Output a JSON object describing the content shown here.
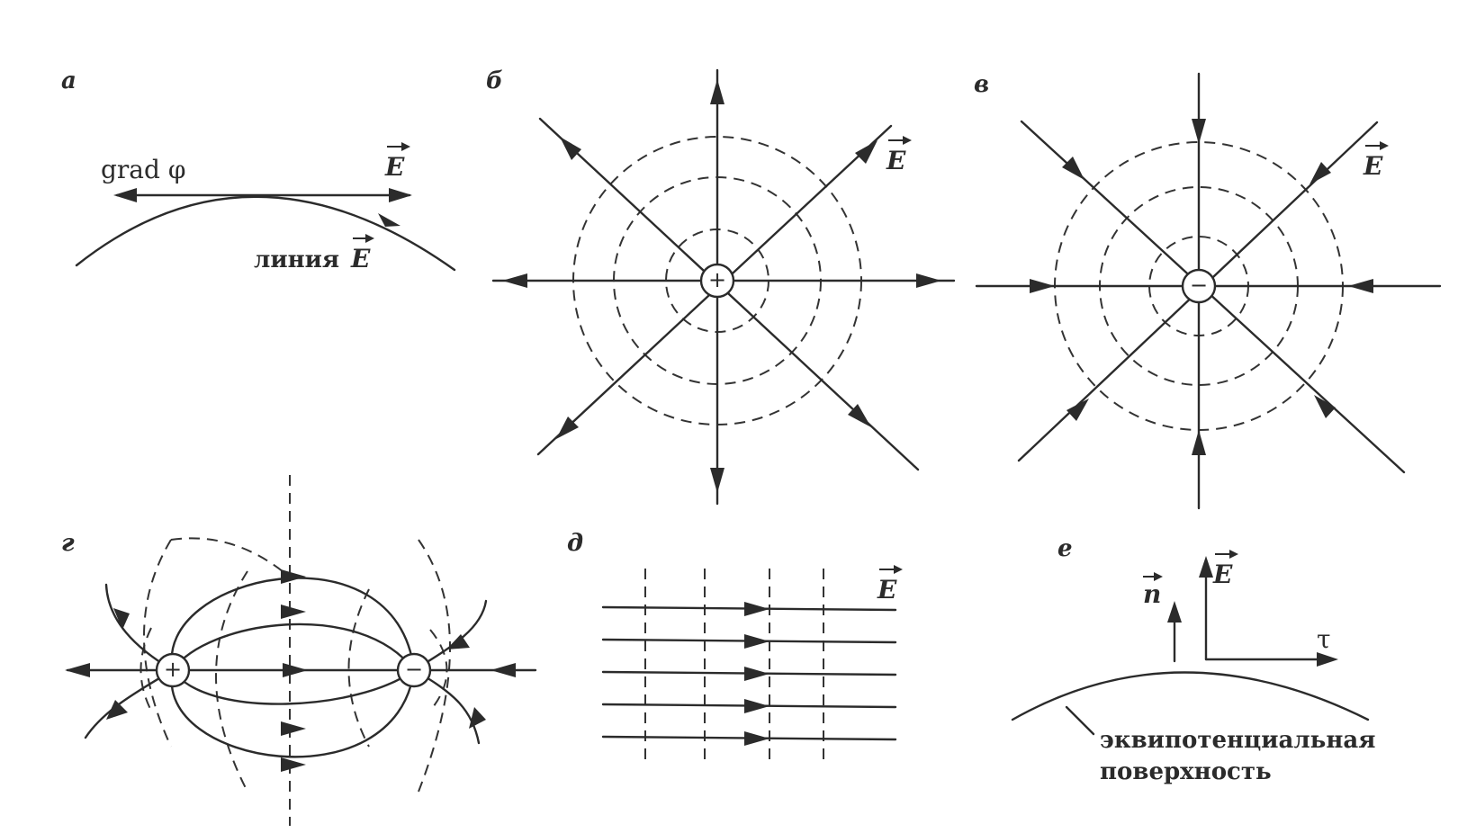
{
  "panels": {
    "a": {
      "letter": "а",
      "grad_label": "grad φ",
      "e_label": "E",
      "line_label": "линия",
      "line_e": "E"
    },
    "b": {
      "letter": "б",
      "charge": "+",
      "e_label": "E"
    },
    "v": {
      "letter": "в",
      "charge": "−",
      "e_label": "E"
    },
    "g": {
      "letter": "г",
      "charge_pos": "+",
      "charge_neg": "−"
    },
    "d": {
      "letter": "д",
      "e_label": "E"
    },
    "e": {
      "letter": "е",
      "n_label": "n",
      "e_label": "E",
      "tau_label": "τ",
      "surface_label_1": "эквипотенциальная",
      "surface_label_2": "поверхность"
    }
  },
  "colors": {
    "ink": "#2b2b2b",
    "background": "#ffffff"
  }
}
